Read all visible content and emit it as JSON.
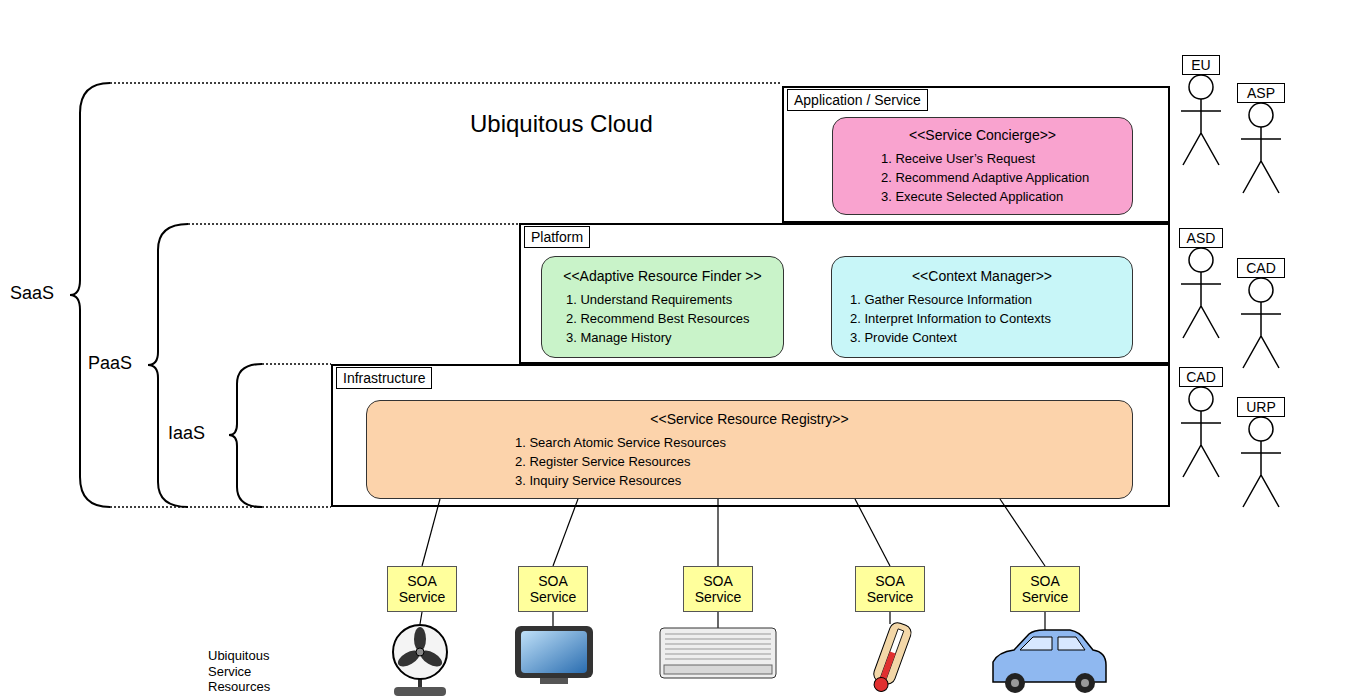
{
  "diagram": {
    "nodes": [
      {
        "text": [
          "Ubiquitous Cloud"
        ]
      },
      {
        "text": [
          "Application / Service"
        ],
        "in": 0
      },
      {
        "text": [
          "<<Service Concierge>>",
          "1. Receive User’s Request",
          "2. Recommend Adaptive Application",
          "3. Execute Selected Application"
        ],
        "in": 1
      },
      {
        "text": [
          "EU"
        ],
        "in": 0
      },
      {
        "text": [
          "ASP"
        ],
        "in": 0
      },
      {
        "text": [
          "Platform"
        ],
        "in": 0
      },
      {
        "text": [
          "<<Adaptive Resource Finder >>",
          "1. Understand Requirements",
          "2. Recommend Best Resources",
          "3. Manage History"
        ],
        "in": 5
      },
      {
        "text": [
          "<<Context Manager>>",
          "1. Gather Resource Information",
          "2. Interpret Information to Contexts",
          "3. Provide Context"
        ],
        "in": 5
      },
      {
        "text": [
          "ASD"
        ],
        "in": 0
      },
      {
        "text": [
          "CAD"
        ],
        "in": 0
      },
      {
        "text": [
          "Infrastructure"
        ],
        "in": 0
      },
      {
        "text": [
          "<<Service Resource Registry>>",
          "1. Search Atomic Service Resources",
          "2. Register Service Resources",
          "3. Inquiry Service Resources"
        ],
        "in": 10
      },
      {
        "text": [
          "CAD"
        ],
        "in": 0
      },
      {
        "text": [
          "URP"
        ],
        "in": 0
      },
      {
        "text": [
          "SOA Service"
        ],
        "in": 0
      },
      {
        "text": [
          "SOA Service"
        ],
        "in": 0
      },
      {
        "text": [
          "SOA Service"
        ],
        "in": 0
      },
      {
        "text": [
          "SOA Service"
        ],
        "in": 0
      },
      {
        "text": [
          "SOA Service"
        ],
        "in": 0
      }
    ],
    "edges": [
      {
        "from": 11,
        "to": 14,
        "arrow": "none"
      },
      {
        "from": 11,
        "to": 15,
        "arrow": "none"
      },
      {
        "from": 11,
        "to": 16,
        "arrow": "none"
      },
      {
        "from": 11,
        "to": 17,
        "arrow": "none"
      },
      {
        "from": 11,
        "to": 18,
        "arrow": "none"
      }
    ],
    "labels": [
      "SaaS",
      "PaaS",
      "IaaS",
      "Ubiquitous Service Resources"
    ]
  }
}
